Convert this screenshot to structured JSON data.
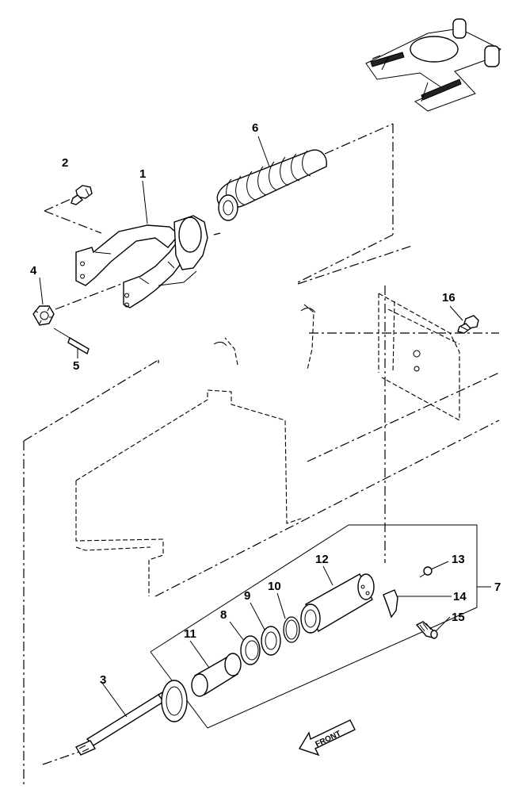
{
  "labels": {
    "p1": "1",
    "p2": "2",
    "p3": "3",
    "p4": "4",
    "p5": "5",
    "p6": "6",
    "p7": "7",
    "p8": "8",
    "p9": "9",
    "p10": "10",
    "p11": "11",
    "p12": "12",
    "p13": "13",
    "p14": "14",
    "p15": "15",
    "p16": "16"
  },
  "front_arrow": {
    "text": "FRONT"
  },
  "colors": {
    "line": "#000000",
    "shade": "#bdbdbd",
    "background": "#ffffff"
  }
}
